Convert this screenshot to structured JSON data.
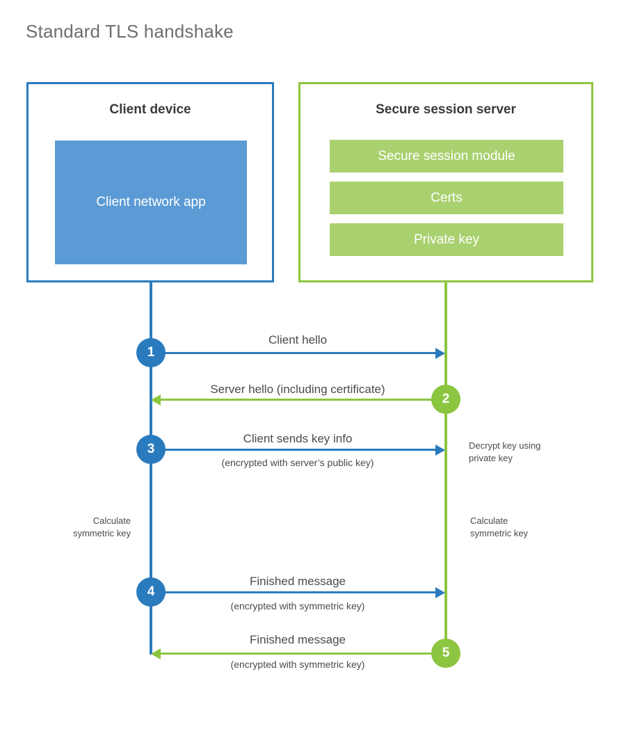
{
  "title": "Standard TLS handshake",
  "colors": {
    "client_accent": "#2a7bbd",
    "client_app_fill": "#5b9bd5",
    "server_accent": "#8cc540",
    "server_bar_fill": "#a9d16f",
    "text": "#4a4a4a",
    "heading": "#3a3a3a",
    "title": "#6e6e6e",
    "background": "#ffffff"
  },
  "client": {
    "title": "Client device",
    "app_label": "Client network\napp"
  },
  "server": {
    "title": "Secure session server",
    "bars": [
      {
        "label": "Secure session module"
      },
      {
        "label": "Certs"
      },
      {
        "label": "Private key"
      }
    ]
  },
  "steps": [
    {
      "number": "1",
      "side": "client",
      "direction": "right",
      "label": "Client hello",
      "sublabel": ""
    },
    {
      "number": "2",
      "side": "server",
      "direction": "left",
      "label": "Server hello (including certificate)",
      "sublabel": ""
    },
    {
      "number": "3",
      "side": "client",
      "direction": "right",
      "label": "Client sends key info",
      "sublabel": "(encrypted with server’s public key)"
    },
    {
      "number": "4",
      "side": "client",
      "direction": "right",
      "label": "Finished message",
      "sublabel": "(encrypted with symmetric key)"
    },
    {
      "number": "5",
      "side": "server",
      "direction": "left",
      "label": "Finished message",
      "sublabel": "(encrypted with symmetric key)"
    }
  ],
  "notes": {
    "server_decrypt": "Decrypt key using\nprivate key",
    "client_calculate": "Calculate\nsymmetric key",
    "server_calculate": "Calculate\nsymmetric key"
  }
}
